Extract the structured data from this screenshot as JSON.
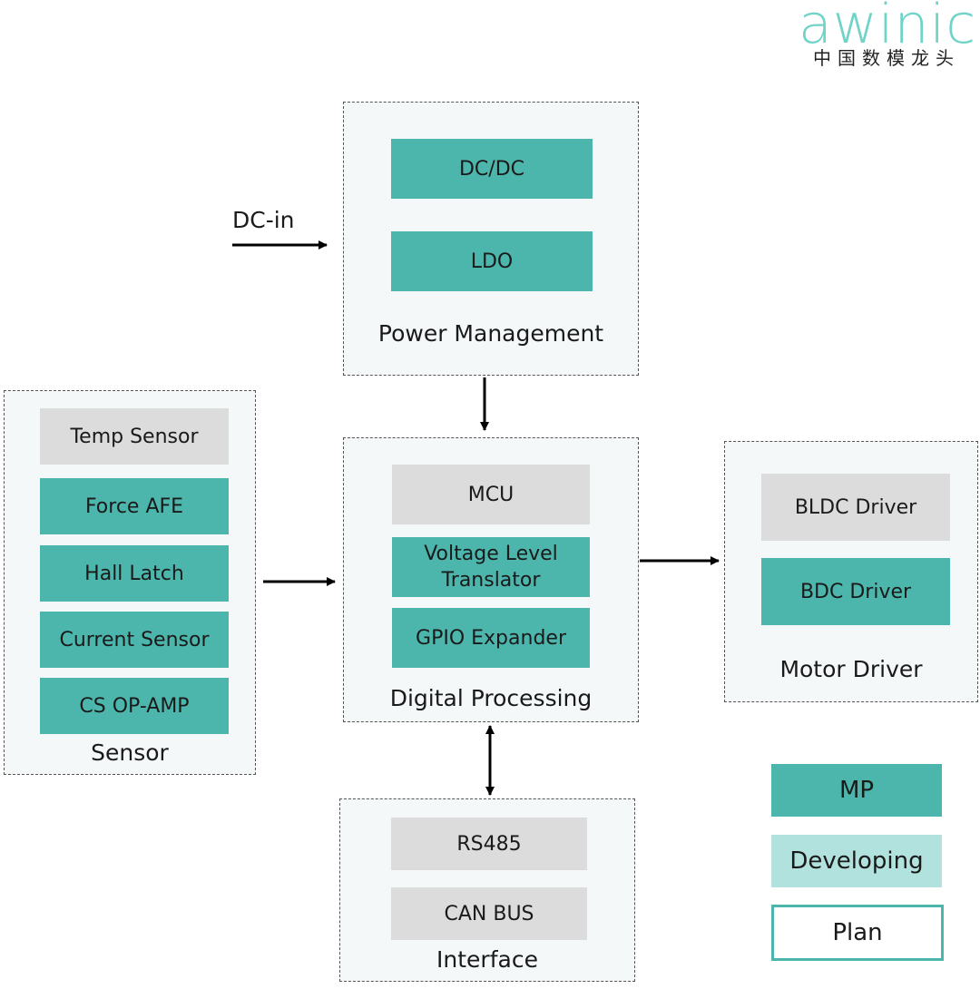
{
  "logo": {
    "word": "awinic",
    "subtitle": "中国数模龙头"
  },
  "inputs": {
    "dc_in": "DC-in"
  },
  "groups": {
    "power": {
      "label": "Power Management",
      "blocks": [
        {
          "label": "DC/DC",
          "status": "MP"
        },
        {
          "label": "LDO",
          "status": "MP"
        }
      ]
    },
    "sensor": {
      "label": "Sensor",
      "blocks": [
        {
          "label": "Temp Sensor",
          "status": "Plan"
        },
        {
          "label": "Force AFE",
          "status": "MP"
        },
        {
          "label": "Hall Latch",
          "status": "MP"
        },
        {
          "label": "Current Sensor",
          "status": "MP"
        },
        {
          "label": "CS OP-AMP",
          "status": "MP"
        }
      ]
    },
    "digital": {
      "label": "Digital Processing",
      "blocks": [
        {
          "label": "MCU",
          "status": "Plan"
        },
        {
          "label": "Voltage Level Translator",
          "status": "MP"
        },
        {
          "label": "GPIO Expander",
          "status": "MP"
        }
      ]
    },
    "motor": {
      "label": "Motor Driver",
      "blocks": [
        {
          "label": "BLDC Driver",
          "status": "Plan"
        },
        {
          "label": "BDC Driver",
          "status": "MP"
        }
      ]
    },
    "interface": {
      "label": "Interface",
      "blocks": [
        {
          "label": "RS485",
          "status": "Plan"
        },
        {
          "label": "CAN BUS",
          "status": "Plan"
        }
      ]
    }
  },
  "legend": [
    {
      "label": "MP",
      "color": "#4db6ac"
    },
    {
      "label": "Developing",
      "color": "#b2e2dd"
    },
    {
      "label": "Plan",
      "color": "#ffffff"
    }
  ],
  "colors": {
    "mp": "#4db6ac",
    "developing": "#b2e2dd",
    "plan_block": "#dcdcdc",
    "logo": "#6fd3c8"
  }
}
